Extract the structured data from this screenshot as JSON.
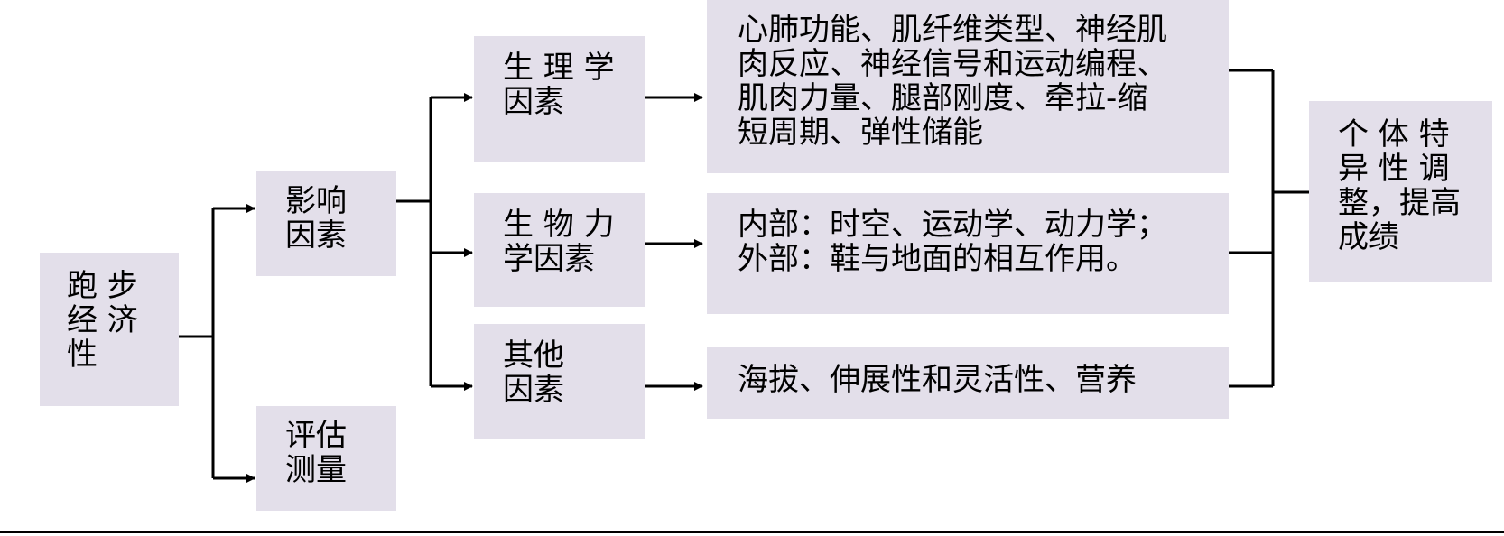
{
  "diagram": {
    "colors": {
      "box_fill": "#e3dfea",
      "line": "#000000"
    },
    "nodes": {
      "root": "跑 步\n经 济\n性",
      "influence": "影响\n因素",
      "assessment": "评估\n测量",
      "physiological": "生 理 学\n因素",
      "biomechanical": "生 物 力\n学因素",
      "other": "其他\n因素",
      "physiological_detail": "心肺功能、肌纤维类型、神经肌\n肉反应、神经信号和运动编程、\n肌肉力量、腿部刚度、牵拉-缩\n短周期、弹性储能",
      "biomechanical_detail": "内部：时空、运动学、动力学；\n外部：鞋与地面的相互作用。",
      "other_detail": "海拔、伸展性和灵活性、营养",
      "outcome": "个 体 特\n异 性 调\n整，提高\n成绩"
    }
  }
}
